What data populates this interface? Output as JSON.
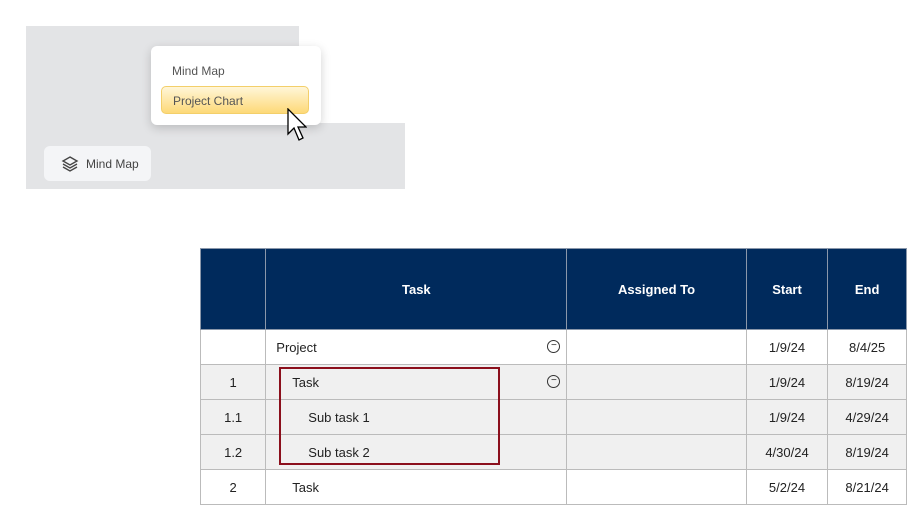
{
  "menu": {
    "items": [
      {
        "label": "Mind Map",
        "selected": false
      },
      {
        "label": "Project Chart",
        "selected": true
      }
    ]
  },
  "view_button": {
    "label": "Mind Map",
    "icon": "layers-icon"
  },
  "table": {
    "headers": [
      "",
      "Task",
      "Assigned To",
      "Start",
      "End"
    ],
    "rows": [
      {
        "id": "",
        "task": "Project",
        "level": 0,
        "collapse": true,
        "assigned": "",
        "start": "1/9/24",
        "end": "8/4/25"
      },
      {
        "id": "1",
        "task": "Task",
        "level": 1,
        "collapse": true,
        "assigned": "",
        "start": "1/9/24",
        "end": "8/19/24"
      },
      {
        "id": "1.1",
        "task": "Sub task 1",
        "level": 2,
        "collapse": false,
        "assigned": "",
        "start": "1/9/24",
        "end": "4/29/24"
      },
      {
        "id": "1.2",
        "task": "Sub task 2",
        "level": 2,
        "collapse": false,
        "assigned": "",
        "start": "4/30/24",
        "end": "8/19/24"
      },
      {
        "id": "2",
        "task": "Task",
        "level": 1,
        "collapse": false,
        "assigned": "",
        "start": "5/2/24",
        "end": "8/21/24"
      }
    ]
  },
  "colors": {
    "header": "#002a5c",
    "highlight": "#8b0f1c",
    "selected_item": "#fdd978"
  }
}
